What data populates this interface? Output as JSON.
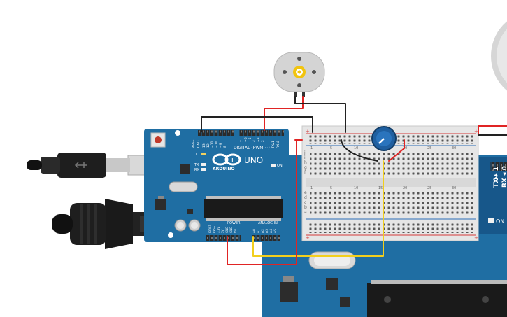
{
  "canvas": {
    "background": "#ffffff",
    "board_color": "#1f6ea3",
    "board_color_dark": "#17578a",
    "breadboard_color": "#e6e6e6",
    "rail_red": "#d43a3a",
    "rail_blue": "#2b6cb5",
    "wire_red": "#e02424",
    "wire_black": "#222222",
    "wire_yellow": "#f2cf1d",
    "knob_color": "#1f5fa0"
  },
  "arduino": {
    "model": "UNO",
    "brand": "ARDUINO",
    "digital_label": "DIGITAL (PWM ~)",
    "power_label": "POWER",
    "analog_label": "ANALOG IN",
    "on_label": "ON",
    "tx_label": "TX",
    "rx_label": "RX",
    "l_label": "L",
    "gnd_label": "GND",
    "aref_label": "AREF",
    "tx_pin_label": "TX ▸ 1",
    "rx_pin_label": "RX ◂ 0",
    "digit_two": "2",
    "right_on_label": "ON",
    "power_pins": [
      "IOREF",
      "RESET",
      "3.3V",
      "5V",
      "GND",
      "GND",
      "Vin"
    ],
    "analog_pins": [
      "A0",
      "A1",
      "A2",
      "A3",
      "A4",
      "A5"
    ],
    "digital_pins": [
      "13",
      "12",
      "~11",
      "~10",
      "~9",
      "8",
      "7",
      "~6",
      "~5",
      "4",
      "~3",
      "2",
      "TX▸1",
      "RX◂0"
    ]
  },
  "breadboard": {
    "row_letters_top": [
      "j",
      "i",
      "h",
      "g",
      "f"
    ],
    "row_letters_bottom": [
      "e",
      "d",
      "c",
      "b",
      "a"
    ],
    "column_numbers": [
      "1",
      "5",
      "10",
      "15",
      "20",
      "25",
      "30"
    ]
  },
  "components": {
    "motor_icon": "dc-motor-icon",
    "usb_icon": "usb-plug-icon",
    "power_icon": "barrel-jack-icon",
    "pot_icon": "potentiometer-icon"
  }
}
